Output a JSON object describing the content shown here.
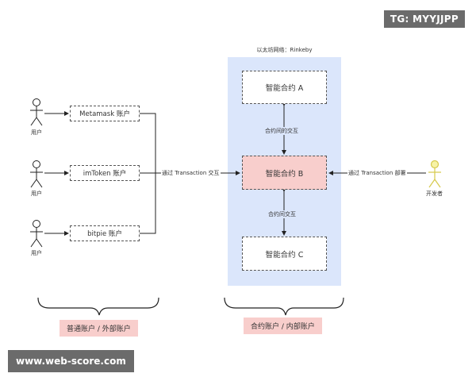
{
  "network_title": "以太坊网络：Rinkeby",
  "users": [
    {
      "label": "用户",
      "account": "Metamask 账户"
    },
    {
      "label": "用户",
      "account": "imToken 账户"
    },
    {
      "label": "用户",
      "account": "bitpie 账户"
    }
  ],
  "contracts": {
    "a": "智能合约 A",
    "b": "智能合约 B",
    "c": "智能合约 C"
  },
  "edges": {
    "users_to_b": "通过 Transaction 交互",
    "dev_to_b": "通过 Transaction 部署",
    "a_b": "合约间的交互",
    "b_c": "合约间交互"
  },
  "developer": {
    "label": "开发者"
  },
  "groups": {
    "external": "普通账户 / 外部账户",
    "contract": "合约账户 / 内部账户"
  },
  "colors": {
    "network_bg": "#dbe6fb",
    "highlight": "#f8cecc",
    "developer_figure": "#e5e56b"
  },
  "watermarks": {
    "tg": "TG: MYYJJPP",
    "site": "www.web-score.com"
  }
}
